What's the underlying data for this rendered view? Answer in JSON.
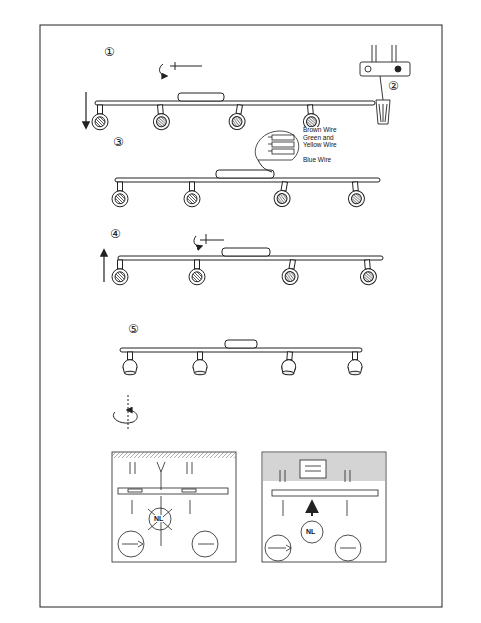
{
  "diagram": {
    "labels": [
      "①",
      "②",
      "③",
      "④",
      "⑤",
      "Brown Wire",
      "Green and Yellow Wire",
      "Blue Wire",
      "NL",
      "NL"
    ]
  }
}
